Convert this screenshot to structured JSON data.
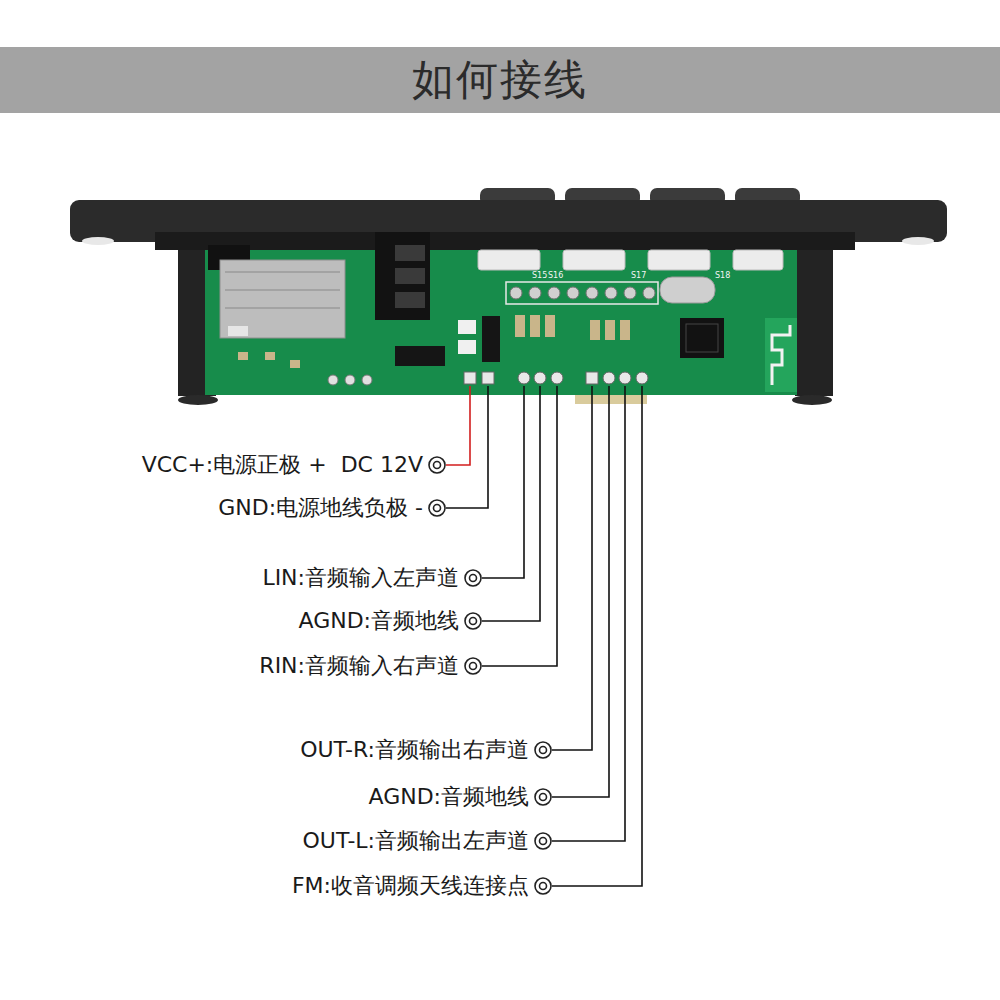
{
  "diagram": {
    "title": "如何接线",
    "labels": [
      "VCC+:电源正极 +  DC 12V",
      "GND:电源地线负极 -",
      "LIN:音频输入左声道",
      "AGND:音频地线",
      "RIN:音频输入右声道",
      "OUT-R:音频输出右声道",
      "AGND:音频地线",
      "OUT-L:音频输出左声道",
      "FM:收音调频天线连接点",
      "S15",
      "S16",
      "S17",
      "S18"
    ]
  }
}
